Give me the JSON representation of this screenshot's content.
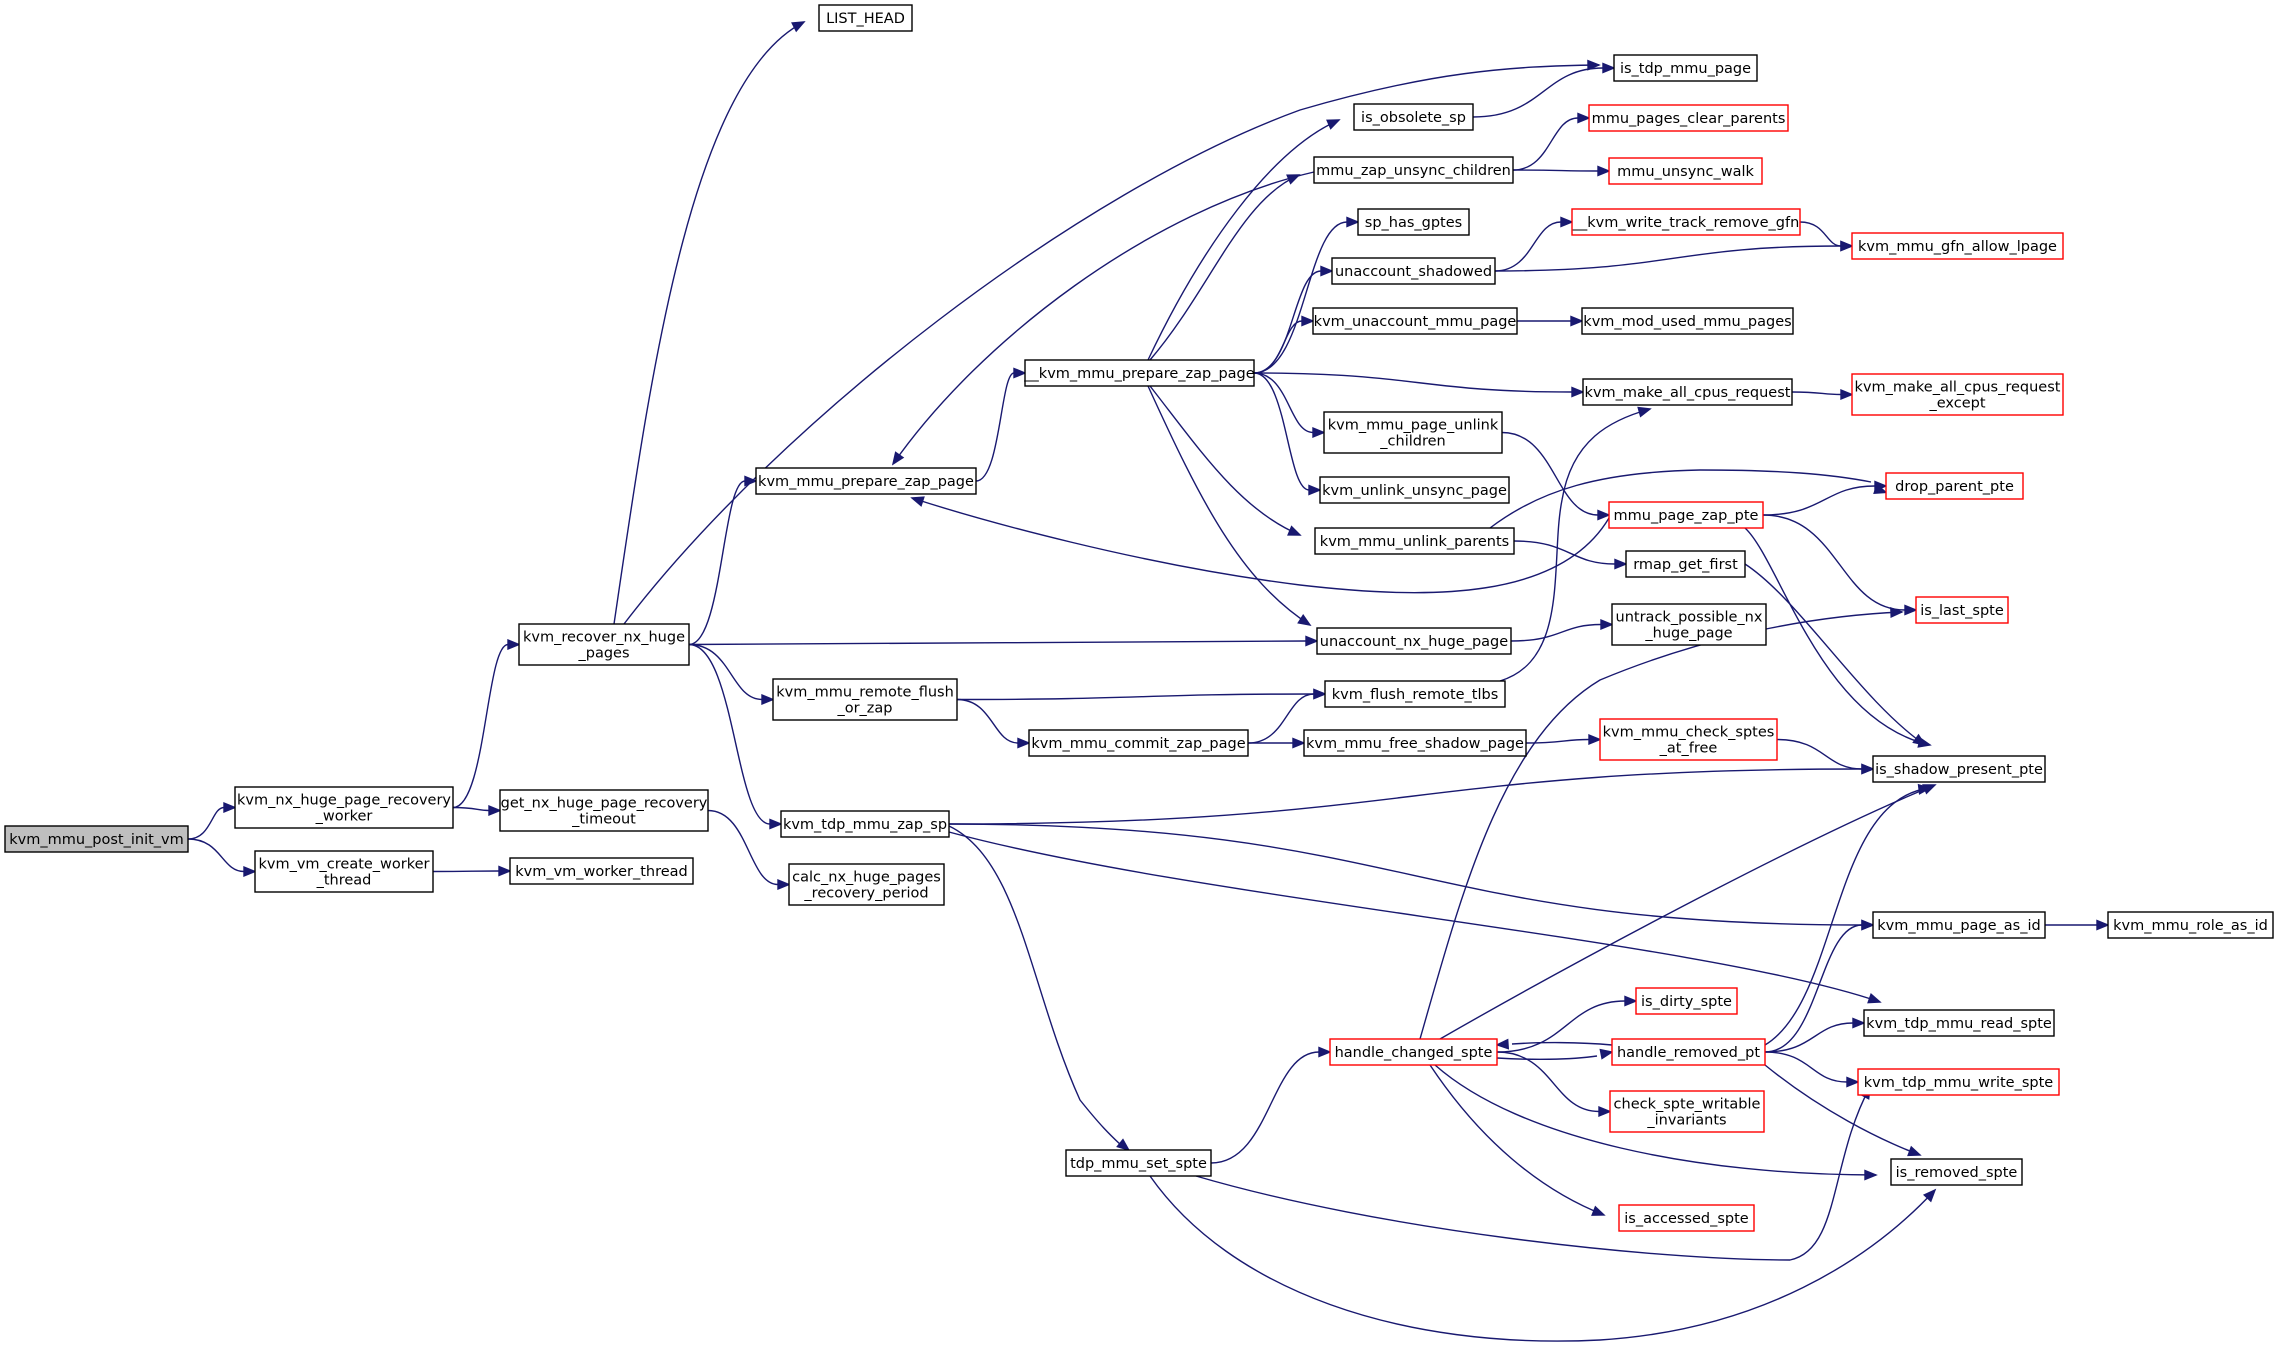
{
  "colors": {
    "edge": "#191970",
    "node_border_documented": "#000000",
    "node_border_undocumented": "#ff0000",
    "root_fill": "#bfbfbf",
    "node_fill": "#ffffff"
  },
  "nodes": {
    "kvm_mmu_post_init_vm": {
      "lines": [
        "kvm_mmu_post_init_vm"
      ],
      "root": true
    },
    "kvm_nx_huge_page_recovery_worker": {
      "lines": [
        "kvm_nx_huge_page_recovery",
        "_worker"
      ]
    },
    "kvm_vm_create_worker_thread": {
      "lines": [
        "kvm_vm_create_worker",
        "_thread"
      ]
    },
    "kvm_recover_nx_huge_pages": {
      "lines": [
        "kvm_recover_nx_huge",
        "_pages"
      ]
    },
    "get_nx_huge_page_recovery_timeout": {
      "lines": [
        "get_nx_huge_page_recovery",
        "_timeout"
      ]
    },
    "kvm_vm_worker_thread": {
      "lines": [
        "kvm_vm_worker_thread"
      ]
    },
    "calc_nx_huge_pages_recovery_period": {
      "lines": [
        "calc_nx_huge_pages",
        "_recovery_period"
      ]
    },
    "LIST_HEAD": {
      "lines": [
        "LIST_HEAD"
      ]
    },
    "kvm_mmu_prepare_zap_page": {
      "lines": [
        "kvm_mmu_prepare_zap_page"
      ]
    },
    "kvm_mmu_remote_flush_or_zap": {
      "lines": [
        "kvm_mmu_remote_flush",
        "_or_zap"
      ]
    },
    "kvm_tdp_mmu_zap_sp": {
      "lines": [
        "kvm_tdp_mmu_zap_sp"
      ]
    },
    "__kvm_mmu_prepare_zap_page": {
      "lines": [
        "__kvm_mmu_prepare_zap_page"
      ]
    },
    "kvm_mmu_commit_zap_page": {
      "lines": [
        "kvm_mmu_commit_zap_page"
      ]
    },
    "tdp_mmu_set_spte": {
      "lines": [
        "tdp_mmu_set_spte"
      ]
    },
    "is_obsolete_sp": {
      "lines": [
        "is_obsolete_sp"
      ]
    },
    "mmu_zap_unsync_children": {
      "lines": [
        "mmu_zap_unsync_children"
      ]
    },
    "sp_has_gptes": {
      "lines": [
        "sp_has_gptes"
      ]
    },
    "unaccount_shadowed": {
      "lines": [
        "unaccount_shadowed"
      ]
    },
    "kvm_unaccount_mmu_page": {
      "lines": [
        "kvm_unaccount_mmu_page"
      ]
    },
    "kvm_mmu_page_unlink_children": {
      "lines": [
        "kvm_mmu_page_unlink",
        "_children"
      ]
    },
    "kvm_unlink_unsync_page": {
      "lines": [
        "kvm_unlink_unsync_page"
      ]
    },
    "kvm_mmu_unlink_parents": {
      "lines": [
        "kvm_mmu_unlink_parents"
      ]
    },
    "unaccount_nx_huge_page": {
      "lines": [
        "unaccount_nx_huge_page"
      ]
    },
    "kvm_flush_remote_tlbs": {
      "lines": [
        "kvm_flush_remote_tlbs"
      ]
    },
    "kvm_mmu_free_shadow_page": {
      "lines": [
        "kvm_mmu_free_shadow_page"
      ]
    },
    "handle_changed_spte": {
      "lines": [
        "handle_changed_spte"
      ],
      "undocumented": true
    },
    "is_tdp_mmu_page": {
      "lines": [
        "is_tdp_mmu_page"
      ]
    },
    "mmu_pages_clear_parents": {
      "lines": [
        "mmu_pages_clear_parents"
      ],
      "undocumented": true
    },
    "mmu_unsync_walk": {
      "lines": [
        "mmu_unsync_walk"
      ],
      "undocumented": true
    },
    "__kvm_write_track_remove_gfn": {
      "lines": [
        "__kvm_write_track_remove_gfn"
      ],
      "undocumented": true
    },
    "kvm_mod_used_mmu_pages": {
      "lines": [
        "kvm_mod_used_mmu_pages"
      ]
    },
    "kvm_make_all_cpus_request": {
      "lines": [
        "kvm_make_all_cpus_request"
      ]
    },
    "mmu_page_zap_pte": {
      "lines": [
        "mmu_page_zap_pte"
      ],
      "undocumented": true
    },
    "rmap_get_first": {
      "lines": [
        "rmap_get_first"
      ]
    },
    "untrack_possible_nx_huge_page": {
      "lines": [
        "untrack_possible_nx",
        "_huge_page"
      ]
    },
    "kvm_mmu_check_sptes_at_free": {
      "lines": [
        "kvm_mmu_check_sptes",
        "_at_free"
      ],
      "undocumented": true
    },
    "is_dirty_spte": {
      "lines": [
        "is_dirty_spte"
      ],
      "undocumented": true
    },
    "handle_removed_pt": {
      "lines": [
        "handle_removed_pt"
      ],
      "undocumented": true
    },
    "check_spte_writable_invariants": {
      "lines": [
        "check_spte_writable",
        "_invariants"
      ],
      "undocumented": true
    },
    "is_accessed_spte": {
      "lines": [
        "is_accessed_spte"
      ],
      "undocumented": true
    },
    "kvm_mmu_gfn_allow_lpage": {
      "lines": [
        "kvm_mmu_gfn_allow_lpage"
      ],
      "undocumented": true
    },
    "kvm_make_all_cpus_request_except": {
      "lines": [
        "kvm_make_all_cpus_request",
        "_except"
      ],
      "undocumented": true
    },
    "drop_parent_pte": {
      "lines": [
        "drop_parent_pte"
      ],
      "undocumented": true
    },
    "is_last_spte": {
      "lines": [
        "is_last_spte"
      ],
      "undocumented": true
    },
    "is_shadow_present_pte": {
      "lines": [
        "is_shadow_present_pte"
      ]
    },
    "kvm_mmu_page_as_id": {
      "lines": [
        "kvm_mmu_page_as_id"
      ]
    },
    "kvm_tdp_mmu_read_spte": {
      "lines": [
        "kvm_tdp_mmu_read_spte"
      ]
    },
    "kvm_tdp_mmu_write_spte": {
      "lines": [
        "kvm_tdp_mmu_write_spte"
      ],
      "undocumented": true
    },
    "is_removed_spte": {
      "lines": [
        "is_removed_spte"
      ]
    },
    "kvm_mmu_role_as_id": {
      "lines": [
        "kvm_mmu_role_as_id"
      ]
    }
  },
  "edges": [
    [
      "kvm_mmu_post_init_vm",
      "kvm_nx_huge_page_recovery_worker"
    ],
    [
      "kvm_mmu_post_init_vm",
      "kvm_vm_create_worker_thread"
    ],
    [
      "kvm_nx_huge_page_recovery_worker",
      "kvm_recover_nx_huge_pages"
    ],
    [
      "kvm_nx_huge_page_recovery_worker",
      "get_nx_huge_page_recovery_timeout"
    ],
    [
      "kvm_vm_create_worker_thread",
      "kvm_vm_worker_thread"
    ],
    [
      "get_nx_huge_page_recovery_timeout",
      "calc_nx_huge_pages_recovery_period"
    ],
    [
      "kvm_recover_nx_huge_pages",
      "LIST_HEAD"
    ],
    [
      "kvm_recover_nx_huge_pages",
      "is_tdp_mmu_page"
    ],
    [
      "kvm_recover_nx_huge_pages",
      "kvm_mmu_prepare_zap_page"
    ],
    [
      "kvm_recover_nx_huge_pages",
      "unaccount_nx_huge_page"
    ],
    [
      "kvm_recover_nx_huge_pages",
      "kvm_mmu_remote_flush_or_zap"
    ],
    [
      "kvm_recover_nx_huge_pages",
      "kvm_tdp_mmu_zap_sp"
    ],
    [
      "kvm_mmu_prepare_zap_page",
      "__kvm_mmu_prepare_zap_page"
    ],
    [
      "__kvm_mmu_prepare_zap_page",
      "is_obsolete_sp"
    ],
    [
      "__kvm_mmu_prepare_zap_page",
      "mmu_zap_unsync_children"
    ],
    [
      "__kvm_mmu_prepare_zap_page",
      "sp_has_gptes"
    ],
    [
      "__kvm_mmu_prepare_zap_page",
      "unaccount_shadowed"
    ],
    [
      "__kvm_mmu_prepare_zap_page",
      "kvm_unaccount_mmu_page"
    ],
    [
      "__kvm_mmu_prepare_zap_page",
      "kvm_make_all_cpus_request"
    ],
    [
      "__kvm_mmu_prepare_zap_page",
      "kvm_mmu_page_unlink_children"
    ],
    [
      "__kvm_mmu_prepare_zap_page",
      "kvm_unlink_unsync_page"
    ],
    [
      "__kvm_mmu_prepare_zap_page",
      "kvm_mmu_unlink_parents"
    ],
    [
      "__kvm_mmu_prepare_zap_page",
      "unaccount_nx_huge_page"
    ],
    [
      "mmu_zap_unsync_children",
      "kvm_mmu_prepare_zap_page"
    ],
    [
      "mmu_zap_unsync_children",
      "mmu_pages_clear_parents"
    ],
    [
      "mmu_zap_unsync_children",
      "mmu_unsync_walk"
    ],
    [
      "is_obsolete_sp",
      "is_tdp_mmu_page"
    ],
    [
      "unaccount_shadowed",
      "__kvm_write_track_remove_gfn"
    ],
    [
      "unaccount_shadowed",
      "kvm_mmu_gfn_allow_lpage"
    ],
    [
      "__kvm_write_track_remove_gfn",
      "kvm_mmu_gfn_allow_lpage"
    ],
    [
      "kvm_unaccount_mmu_page",
      "kvm_mod_used_mmu_pages"
    ],
    [
      "kvm_make_all_cpus_request",
      "kvm_make_all_cpus_request_except"
    ],
    [
      "kvm_mmu_page_unlink_children",
      "mmu_page_zap_pte"
    ],
    [
      "mmu_page_zap_pte",
      "kvm_mmu_prepare_zap_page"
    ],
    [
      "mmu_page_zap_pte",
      "drop_parent_pte"
    ],
    [
      "mmu_page_zap_pte",
      "is_last_spte"
    ],
    [
      "mmu_page_zap_pte",
      "is_shadow_present_pte"
    ],
    [
      "kvm_mmu_unlink_parents",
      "drop_parent_pte"
    ],
    [
      "kvm_mmu_unlink_parents",
      "rmap_get_first"
    ],
    [
      "rmap_get_first",
      "is_shadow_present_pte"
    ],
    [
      "unaccount_nx_huge_page",
      "untrack_possible_nx_huge_page"
    ],
    [
      "kvm_mmu_remote_flush_or_zap",
      "kvm_flush_remote_tlbs"
    ],
    [
      "kvm_mmu_remote_flush_or_zap",
      "kvm_mmu_commit_zap_page"
    ],
    [
      "kvm_mmu_commit_zap_page",
      "kvm_flush_remote_tlbs"
    ],
    [
      "kvm_mmu_commit_zap_page",
      "kvm_mmu_free_shadow_page"
    ],
    [
      "kvm_flush_remote_tlbs",
      "kvm_make_all_cpus_request"
    ],
    [
      "kvm_mmu_free_shadow_page",
      "kvm_mmu_check_sptes_at_free"
    ],
    [
      "kvm_mmu_check_sptes_at_free",
      "is_shadow_present_pte"
    ],
    [
      "kvm_tdp_mmu_zap_sp",
      "is_shadow_present_pte"
    ],
    [
      "kvm_tdp_mmu_zap_sp",
      "kvm_mmu_page_as_id"
    ],
    [
      "kvm_tdp_mmu_zap_sp",
      "kvm_tdp_mmu_read_spte"
    ],
    [
      "kvm_tdp_mmu_zap_sp",
      "tdp_mmu_set_spte"
    ],
    [
      "tdp_mmu_set_spte",
      "handle_changed_spte"
    ],
    [
      "tdp_mmu_set_spte",
      "kvm_tdp_mmu_write_spte"
    ],
    [
      "tdp_mmu_set_spte",
      "is_removed_spte"
    ],
    [
      "handle_changed_spte",
      "is_last_spte"
    ],
    [
      "handle_changed_spte",
      "is_shadow_present_pte"
    ],
    [
      "handle_changed_spte",
      "is_dirty_spte"
    ],
    [
      "handle_changed_spte",
      "handle_removed_pt"
    ],
    [
      "handle_changed_spte",
      "check_spte_writable_invariants"
    ],
    [
      "handle_changed_spte",
      "is_accessed_spte"
    ],
    [
      "handle_changed_spte",
      "is_removed_spte"
    ],
    [
      "handle_removed_pt",
      "handle_changed_spte"
    ],
    [
      "handle_removed_pt",
      "is_shadow_present_pte"
    ],
    [
      "handle_removed_pt",
      "kvm_mmu_page_as_id"
    ],
    [
      "handle_removed_pt",
      "kvm_tdp_mmu_read_spte"
    ],
    [
      "handle_removed_pt",
      "kvm_tdp_mmu_write_spte"
    ],
    [
      "handle_removed_pt",
      "is_removed_spte"
    ],
    [
      "kvm_mmu_page_as_id",
      "kvm_mmu_role_as_id"
    ]
  ]
}
